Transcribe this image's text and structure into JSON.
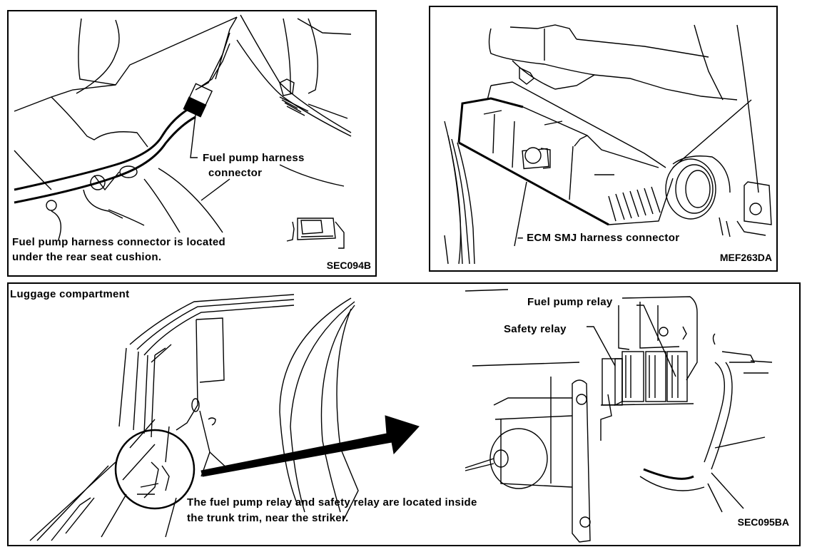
{
  "figures": [
    {
      "id": "SEC094B",
      "callouts": {
        "connector_label_line1": "Fuel pump harness",
        "connector_label_line2": "connector"
      },
      "caption_line1": "Fuel pump harness connector is located",
      "caption_line2": "under the rear seat cushion.",
      "code": "SEC094B"
    },
    {
      "id": "MEF263DA",
      "callouts": {
        "ecm_label": "– ECM SMJ harness connector"
      },
      "code": "MEF263DA"
    },
    {
      "id": "SEC095BA",
      "title": "Luggage compartment",
      "callouts": {
        "fuel_pump_relay": "Fuel pump relay",
        "safety_relay": "Safety relay"
      },
      "caption_line1": "The fuel pump relay and safety relay are located inside",
      "caption_line2": "the trunk trim, near the striker.",
      "code": "SEC095BA"
    }
  ]
}
